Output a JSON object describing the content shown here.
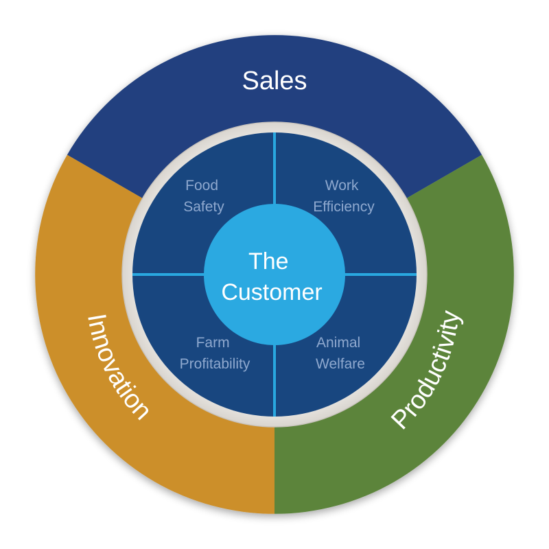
{
  "outer_ring": {
    "top": {
      "label": "Sales",
      "color": "#22417f"
    },
    "right": {
      "label": "Productivity",
      "color": "#5b843a"
    },
    "left": {
      "label": "Innovation",
      "color": "#cc8f2c"
    }
  },
  "quadrants": {
    "top_left": {
      "line1": "Food",
      "line2": "Safety"
    },
    "top_right": {
      "line1": "Work",
      "line2": "Efficiency"
    },
    "bottom_left": {
      "line1": "Farm",
      "line2": "Profitability"
    },
    "bottom_right": {
      "line1": "Animal",
      "line2": "Welfare"
    },
    "fill_color": "#18467f",
    "divider_color": "#29a8e0"
  },
  "center": {
    "line1": "The",
    "line2": "Customer",
    "color": "#2ba9e1"
  },
  "separator_ring_color": "#ebe8e3"
}
